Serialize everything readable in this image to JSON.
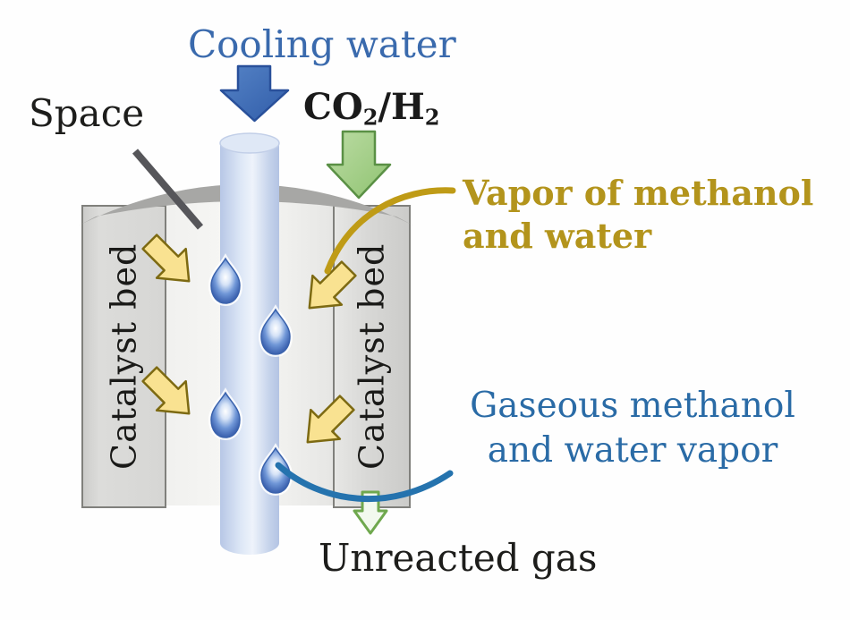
{
  "diagram_title": "Internal condensation methanol synthesis reactor schematic",
  "labels": {
    "cooling_water": "Cooling water",
    "co2_h2": {
      "c1": "CO",
      "s1": "2",
      "sep": "/",
      "c2": "H",
      "s2": "2"
    },
    "space": "Space",
    "vapor_line1": "Vapor of methanol",
    "vapor_line2": "and water",
    "gaseous_line1": "Gaseous methanol",
    "gaseous_line2": "and water vapor",
    "unreacted_gas": "Unreacted gas",
    "catalyst_bed_left": "Catalyst bed",
    "catalyst_bed_right": "Catalyst bed"
  },
  "icons": {
    "cooling_water_arrow": "solid blue block arrow pointing down",
    "co2_h2_arrow": "green block arrow pointing down",
    "flow_arrows": "four pale-yellow block arrows pointing toward cooling tube",
    "vapor_curve_arrow": "gold curved leader from vapor label into bed gap",
    "condensate_curve_arrow": "blue curved leader from droplet to gaseous label",
    "unreacted_gas_arrow": "small green outlined arrow pointing down",
    "space_pointer": "dark diagonal pointer line from Space label",
    "droplets": "four blue condensed water droplets on cooling tube"
  },
  "colors": {
    "cooling_water_text": "#3a6aad",
    "co2_h2_text": "#1a1a1a",
    "space_text": "#1d1d1b",
    "vapor_text": "#b3941c",
    "gaseous_text": "#2a6ba6",
    "unreacted_text": "#1d1d1b",
    "catalyst_bed_text": "#1a1a18",
    "cooling_water_arrow_fill": "#3f6fb5",
    "co2_arrow_fill": "#a5cf87",
    "flow_arrow_yellow_fill": "#f9e291",
    "flow_arrow_border": "#7d6a12",
    "vapor_curve_gold": "#bf9b16",
    "condensate_curve_blue": "#2573ae",
    "unreacted_arrow_green": "#6fa84e",
    "droplet_blue": "#4268b4",
    "dome_gray": "#a7a7a5",
    "catalyst_bed_gray": "#d9d9d7",
    "tube_blue": "#c9d7ee"
  }
}
